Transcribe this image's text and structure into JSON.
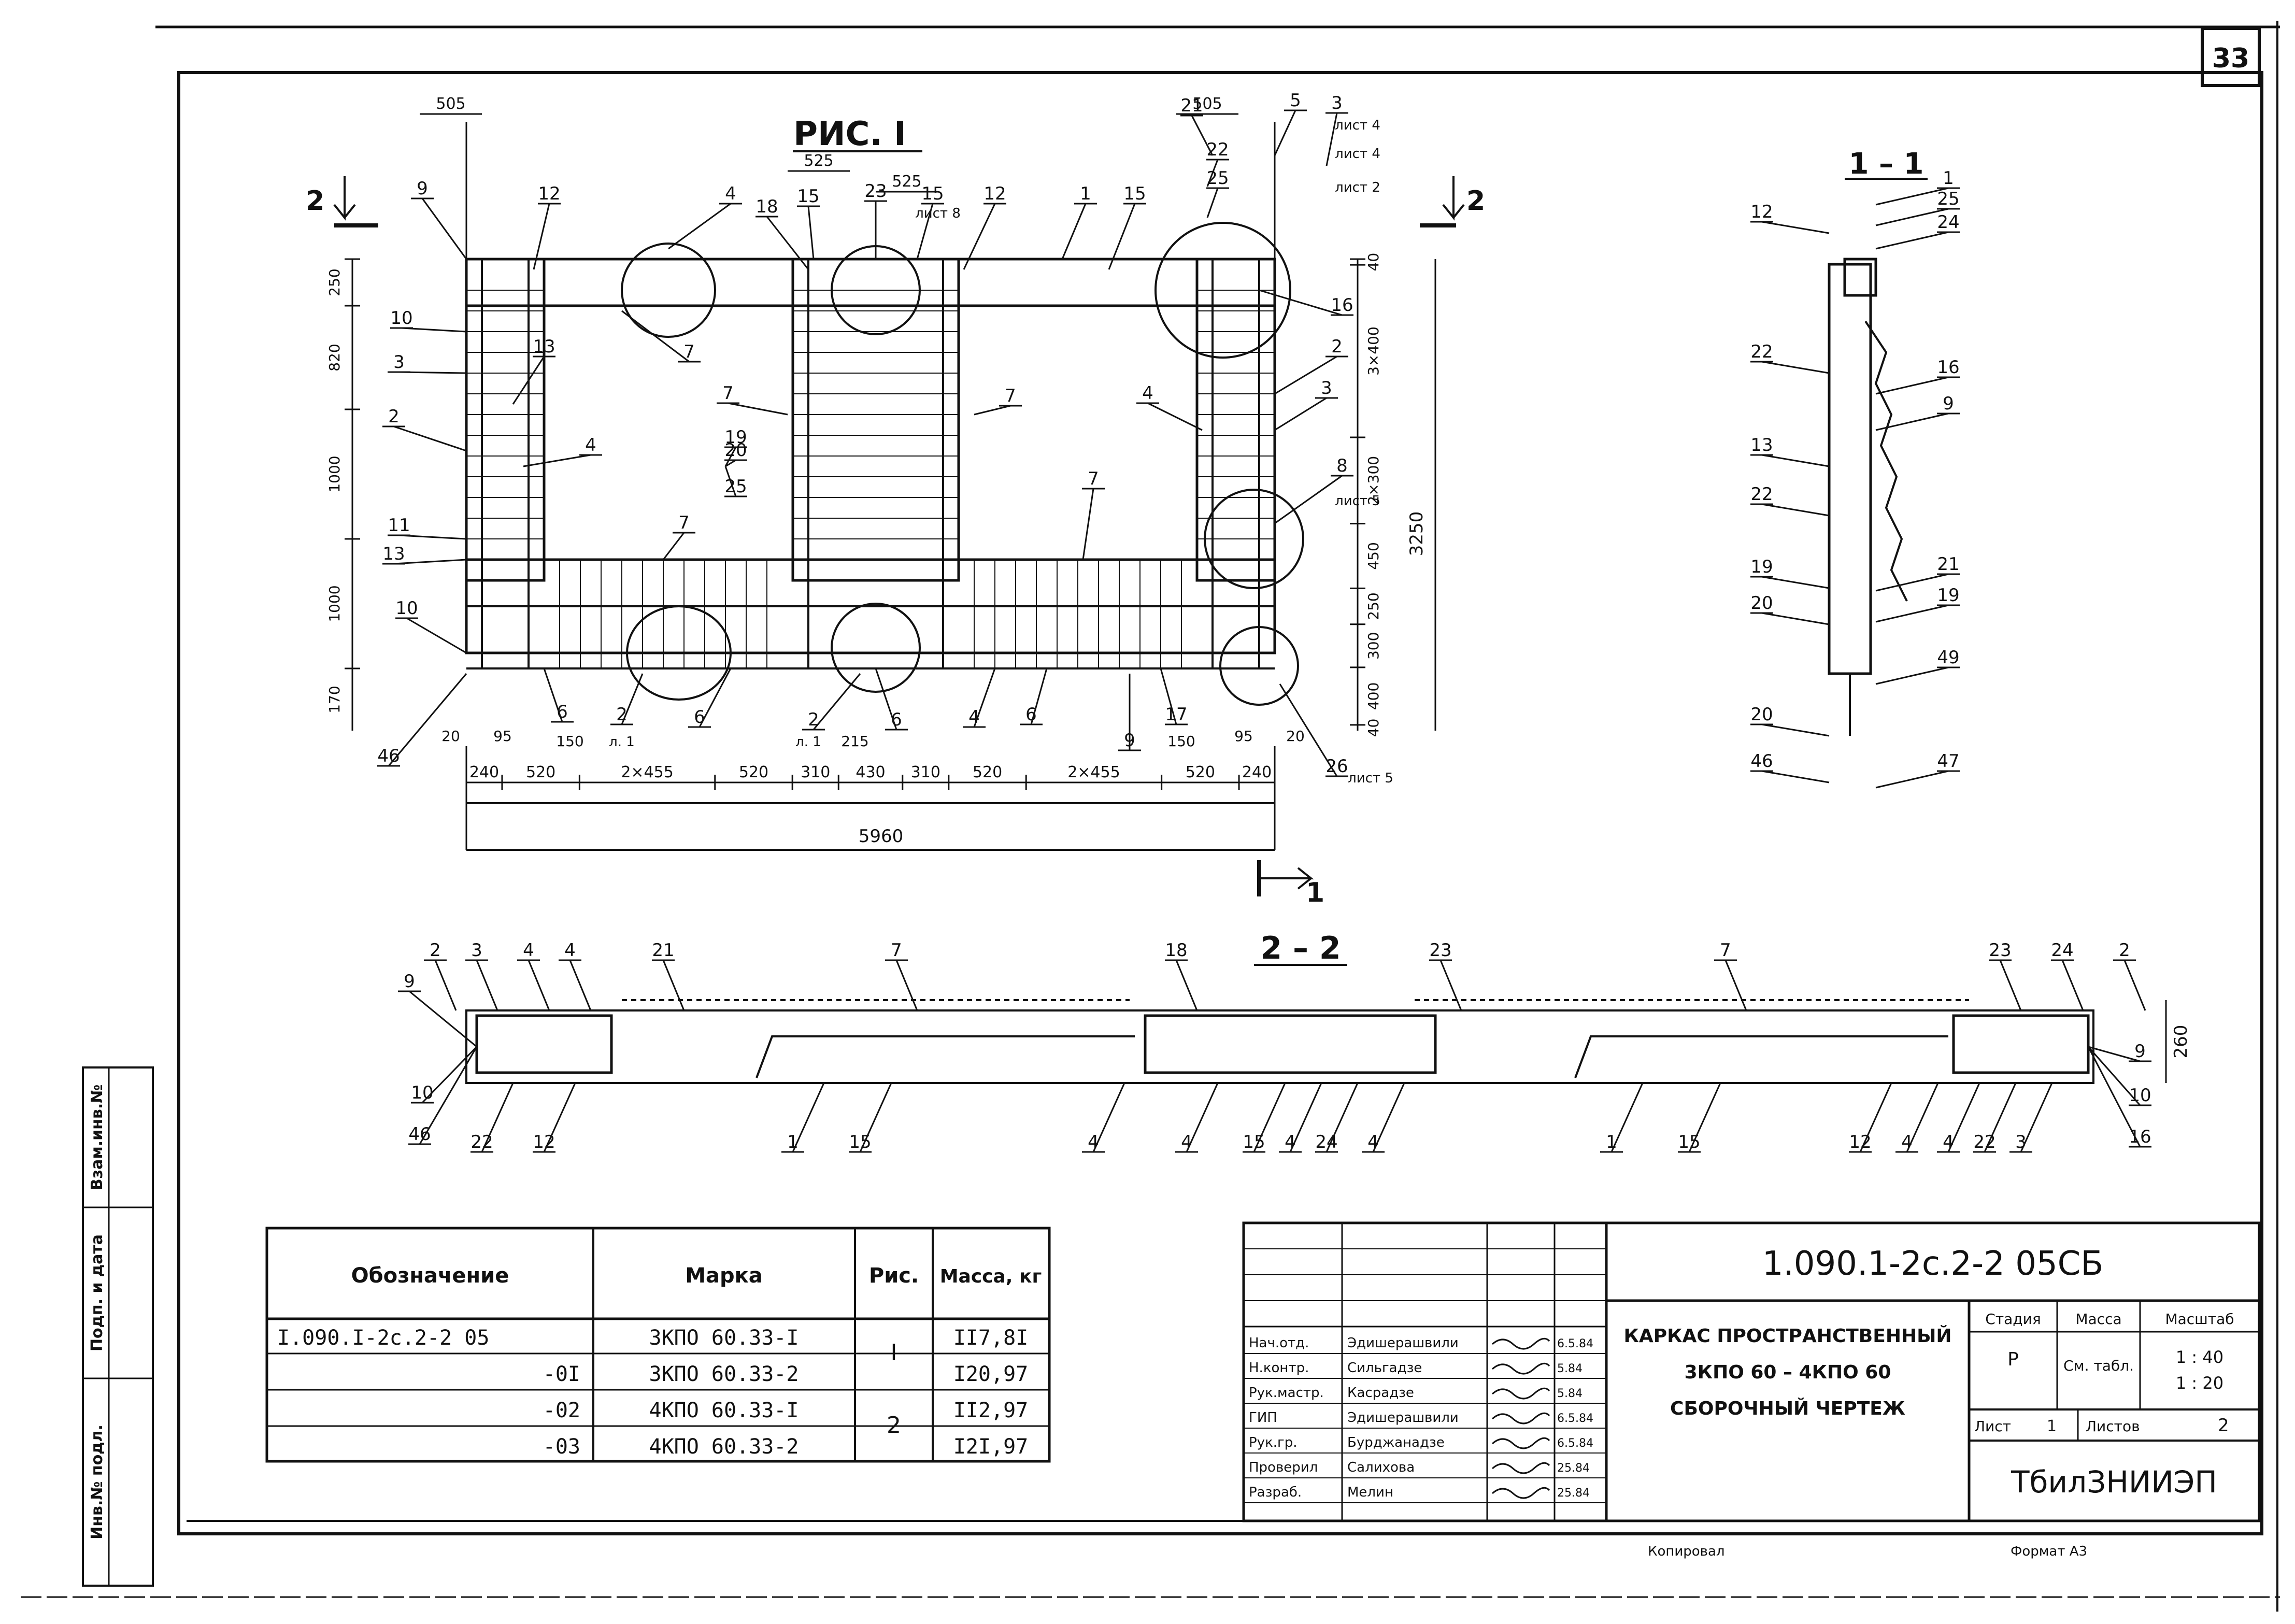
{
  "sheet_number": "33",
  "fig1": {
    "title": "РИС. I",
    "section_mark": "2",
    "section_mark_below": "1",
    "dims_bottom": [
      "240",
      "520",
      "2×455",
      "520",
      "310",
      "430",
      "310",
      "520",
      "2×455",
      "520",
      "240"
    ],
    "dim_total": "5960",
    "dims_right": [
      "40",
      "3×400",
      "2×300",
      "450",
      "250",
      "300",
      "400",
      "40"
    ],
    "dim_height": "3250",
    "dims_left": [
      "250",
      "820",
      "1000",
      "1000",
      "170"
    ],
    "dims_top": [
      "505",
      "525",
      "525",
      "505"
    ],
    "small_dims": [
      "20",
      "95",
      "150",
      "215",
      "150",
      "95",
      "20"
    ],
    "callouts": [
      "9",
      "12",
      "4",
      "18",
      "15",
      "23",
      "15",
      "12",
      "1",
      "15",
      "7",
      "21",
      "22",
      "25",
      "5",
      "3",
      "16",
      "10",
      "3",
      "13",
      "2",
      "4",
      "11",
      "13",
      "7",
      "7",
      "19",
      "20",
      "25",
      "7",
      "7",
      "4",
      "8",
      "2",
      "3",
      "10",
      "46",
      "6",
      "2",
      "6",
      "2",
      "6",
      "4",
      "6",
      "17",
      "9",
      "26"
    ],
    "sheet_refs": [
      "лист 4",
      "лист 4",
      "лист 2",
      "лист 8",
      "лист 5",
      "лист 5",
      "л. 1",
      "л. 1"
    ]
  },
  "view11": {
    "title": "1 – 1",
    "callouts_left": [
      "12",
      "22",
      "13",
      "22",
      "19",
      "20",
      "20",
      "46"
    ],
    "callouts_right": [
      "25",
      "1",
      "24",
      "16",
      "9",
      "21",
      "19",
      "49",
      "47"
    ]
  },
  "view22": {
    "title": "2 – 2",
    "dim": "260",
    "callouts_top": [
      "2",
      "3",
      "4",
      "4",
      "21",
      "7",
      "18",
      "23",
      "7",
      "23",
      "24",
      "2"
    ],
    "callouts_left": [
      "9",
      "10",
      "46"
    ],
    "callouts_right": [
      "9",
      "10",
      "16"
    ],
    "callouts_bottom": [
      "22",
      "12",
      "1",
      "15",
      "4",
      "4",
      "15",
      "4",
      "24",
      "4",
      "1",
      "15",
      "12",
      "4",
      "4",
      "22",
      "3"
    ]
  },
  "spec_table": {
    "headers": [
      "Обозначение",
      "Марка",
      "Рис.",
      "Масса, кг"
    ],
    "rows": [
      {
        "designation": "I.090.I-2с.2-2 05",
        "mark": "3КПО 60.33-I",
        "fig": "I",
        "mass": "II7,8I"
      },
      {
        "designation": "-0I",
        "mark": "3КПО 60.33-2",
        "fig": "",
        "mass": "I20,97"
      },
      {
        "designation": "-02",
        "mark": "4КПО 60.33-I",
        "fig": "2",
        "mass": "II2,97"
      },
      {
        "designation": "-03",
        "mark": "4КПО 60.33-2",
        "fig": "",
        "mass": "I2I,97"
      }
    ]
  },
  "side_stamp": [
    "Взам.инв.№",
    "Подп. и дата",
    "Инв.№ подл."
  ],
  "title_block": {
    "code": "1.090.1-2с.2-2 05СБ",
    "title_lines": [
      "КАРКАС ПРОСТРАНСТВЕННЫЙ",
      "3КПО 60 – 4КПО 60",
      "СБОРОЧНЫЙ ЧЕРТЕЖ"
    ],
    "stage_label": "Стадия",
    "mass_label": "Масса",
    "scale_label": "Масштаб",
    "stage": "Р",
    "mass": "См. табл.",
    "scale1": "1 : 40",
    "scale2": "1 : 20",
    "sheet_label": "Лист",
    "sheet": "1",
    "sheets_label": "Листов",
    "sheets": "2",
    "org": "ТбилЗНИИЭП",
    "staff": [
      {
        "role": "Нач.отд.",
        "name": "Эдишерашвили",
        "date": "6.5.84"
      },
      {
        "role": "Н.контр.",
        "name": "Сильгадзе",
        "date": "5.84"
      },
      {
        "role": "Рук.мастр.",
        "name": "Касрадзе",
        "date": "5.84"
      },
      {
        "role": "ГИП",
        "name": "Эдишерашвили",
        "date": "6.5.84"
      },
      {
        "role": "Рук.гр.",
        "name": "Бурджанадзе",
        "date": "6.5.84"
      },
      {
        "role": "Проверил",
        "name": "Салихова",
        "date": "25.84"
      },
      {
        "role": "Разраб.",
        "name": "Мелин",
        "date": "25.84"
      }
    ]
  },
  "footer": {
    "copied": "Копировал",
    "format": "Формат А3"
  }
}
